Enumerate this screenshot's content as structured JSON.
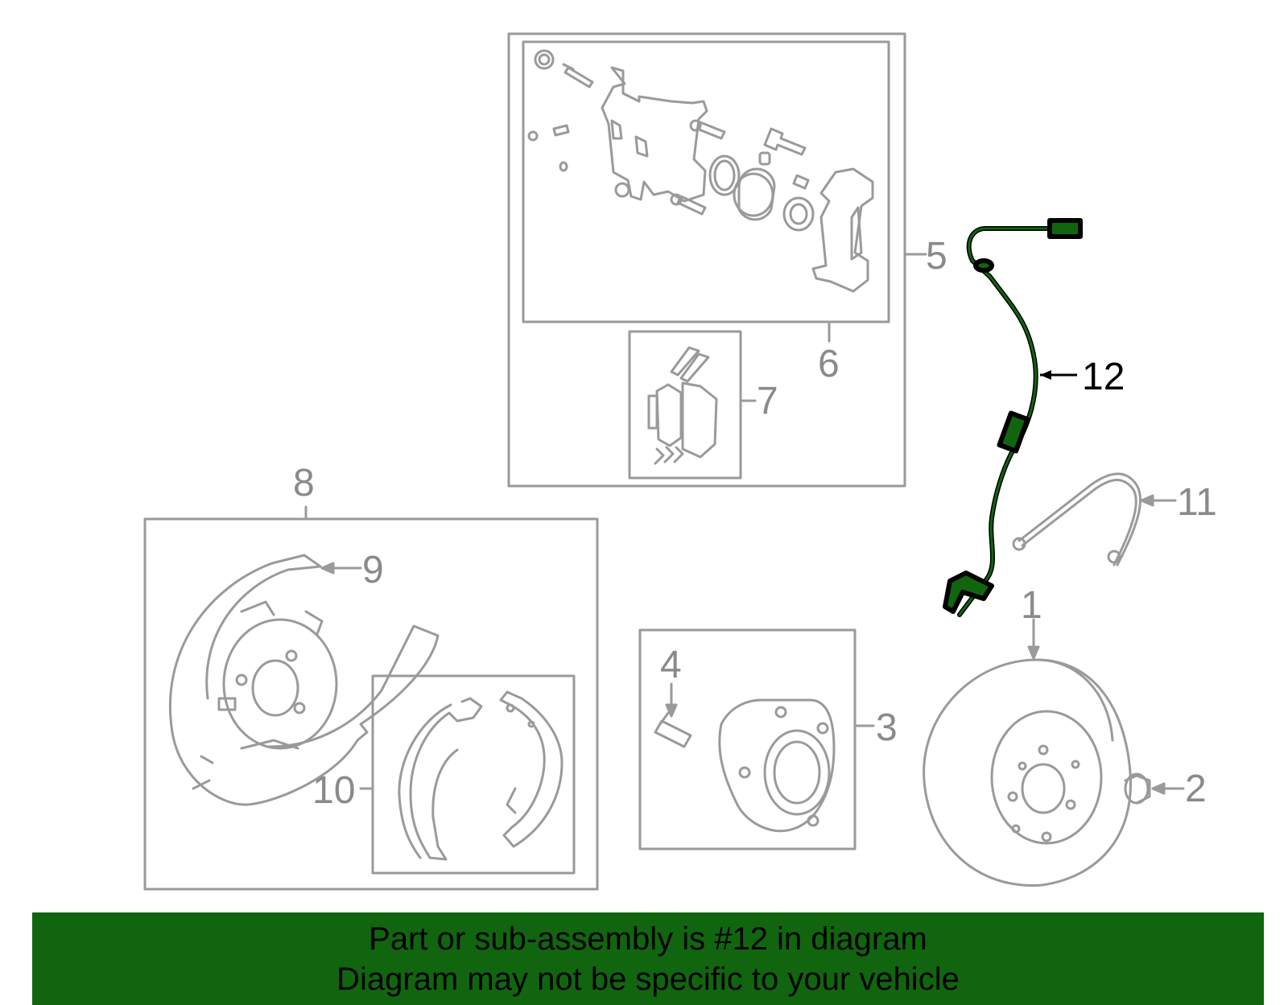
{
  "diagram": {
    "highlight_color": "#11650f",
    "part_color": "#9a9a9a",
    "callouts": {
      "c1": "1",
      "c2": "2",
      "c3": "3",
      "c4": "4",
      "c5": "5",
      "c6": "6",
      "c7": "7",
      "c8": "8",
      "c9": "9",
      "c10": "10",
      "c11": "11",
      "c12": "12"
    }
  },
  "banner": {
    "line1": "Part or sub-assembly is #12 in diagram",
    "line2": "Diagram may not be specific to your vehicle",
    "background": "#11650f"
  }
}
